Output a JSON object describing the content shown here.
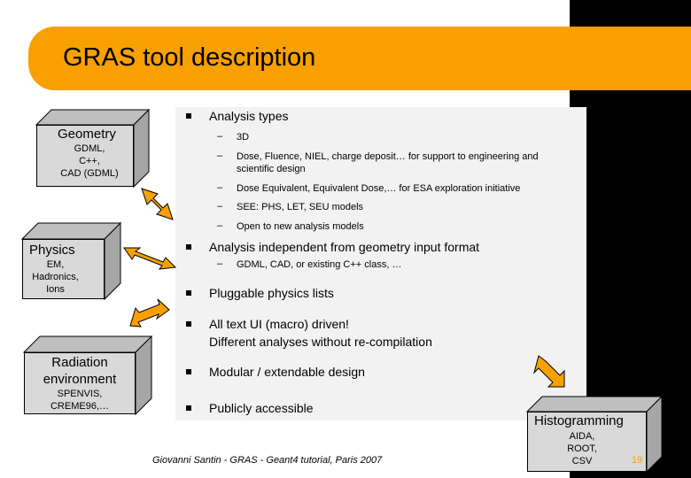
{
  "title": "GRAS tool description",
  "bullets": [
    {
      "text": "Analysis types"
    },
    {
      "text": "Analysis independent from geometry input format"
    },
    {
      "text": "Pluggable physics lists"
    },
    {
      "text": "All text UI (macro) driven!"
    },
    {
      "text": "Modular / extendable design"
    },
    {
      "text": "Publicly accessible"
    }
  ],
  "bullet_extra": "Different analyses without re-compilation",
  "analysis_subitems": [
    "3D",
    "Dose, Fluence, NIEL, charge deposit… for support to engineering and",
    "Dose Equivalent, Equivalent Dose,… for ESA exploration initiative",
    "SEE: PHS, LET, SEU models",
    "Open to new analysis models"
  ],
  "analysis_subitem_cont": "scientific design",
  "geometry_subitem": "GDML, CAD, or existing C++ class, …",
  "sub_dash": "–",
  "cubes": {
    "geometry": {
      "title": "Geometry",
      "line1": "GDML,",
      "line2": "C++,",
      "line3": "CAD (GDML)"
    },
    "physics": {
      "title": "Physics",
      "line1": "EM,",
      "line2": "Hadronics,",
      "line3": "Ions"
    },
    "radiation": {
      "title1": "Radiation",
      "title2": "environment",
      "line1": "SPENVIS,",
      "line2": "CREME96,…"
    },
    "histogramming": {
      "title": "Histogramming",
      "line1": "AIDA,",
      "line2": "ROOT,",
      "line3": "CSV"
    }
  },
  "footer": "Giovanni Santin - GRAS - Geant4 tutorial, Paris 2007",
  "page_number": "19",
  "colors": {
    "accent": "#f8a000",
    "arrow": "#f8a000",
    "cube_face": "#d9d9d9"
  }
}
